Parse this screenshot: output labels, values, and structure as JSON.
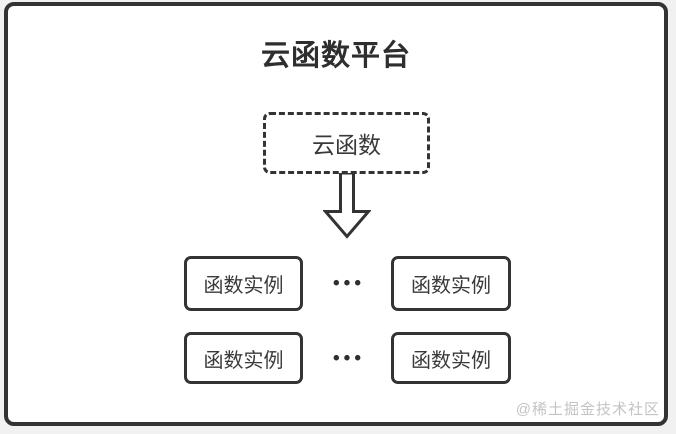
{
  "diagram": {
    "title": "云函数平台",
    "cloud_function": {
      "label": "云函数"
    },
    "arrow_icon": "down-arrow-icon",
    "ellipsis": "•••",
    "instances": [
      {
        "label": "函数实例"
      },
      {
        "label": "函数实例"
      },
      {
        "label": "函数实例"
      },
      {
        "label": "函数实例"
      }
    ],
    "watermark": "@稀土掘金技术社区",
    "colors": {
      "border": "#333333",
      "title_text": "#2e2e2e",
      "node_text": "#3a3a3a",
      "watermark_text": "#c4c4c4",
      "panel_background": "#ffffff"
    }
  }
}
